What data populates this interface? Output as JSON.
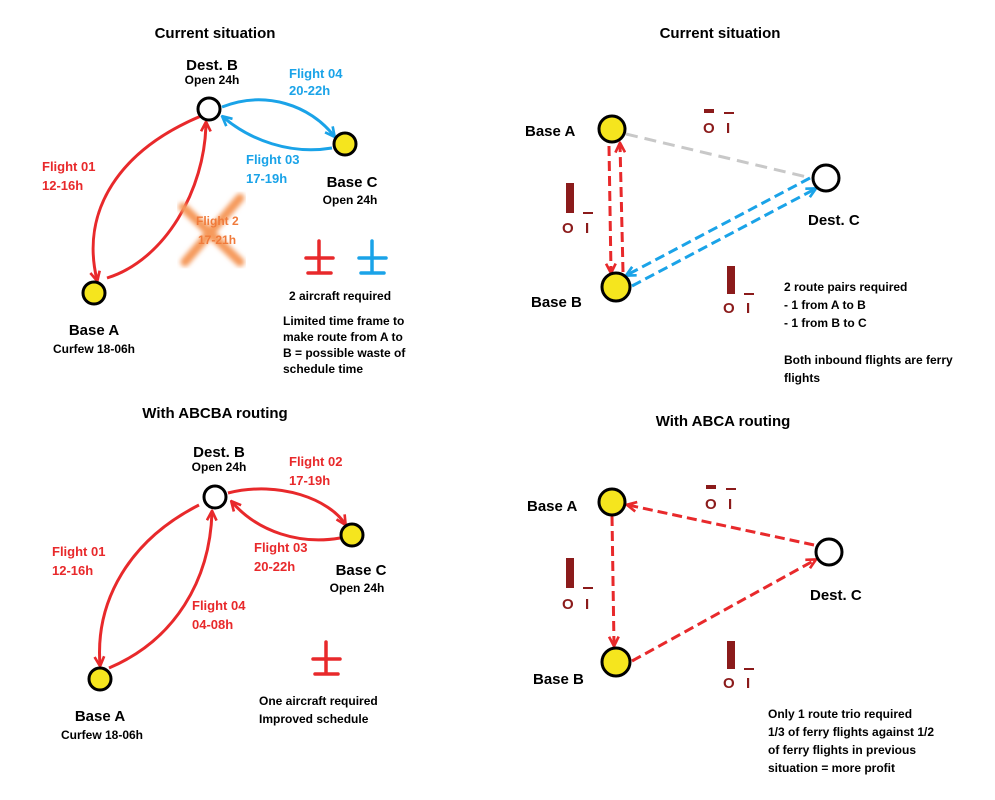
{
  "colors": {
    "red": "#e8292b",
    "blue": "#1aa3e8",
    "gray": "#c8c8c8",
    "yellow": "#f5e51e",
    "maroon": "#8b1b1b",
    "orange": "#f59a5c",
    "black": "#000000"
  },
  "tl": {
    "title": "Current situation",
    "dest_b": "Dest. B",
    "dest_b_hours": "Open 24h",
    "base_c": "Base C",
    "base_c_hours": "Open 24h",
    "base_a": "Base A",
    "base_a_hours": "Curfew 18-06h",
    "flight01": "Flight 01",
    "flight01_time": "12-16h",
    "flight04": "Flight 04",
    "flight04_time": "20-22h",
    "flight03": "Flight 03",
    "flight03_time": "17-19h",
    "flight2": "Flight 2",
    "flight2_time": "17-21h",
    "aircraft": "2 aircraft required",
    "note": [
      "Limited time frame to",
      "make route from A to",
      "B = possible waste of",
      "schedule time"
    ]
  },
  "tr": {
    "title": "Current situation",
    "base_a": "Base A",
    "base_b": "Base B",
    "dest_c": "Dest. C",
    "note": [
      "2 route pairs required",
      "- 1 from A to B",
      "- 1 from B to C",
      "",
      "Both inbound flights are ferry",
      "flights"
    ]
  },
  "bl": {
    "title": "With ABCBA routing",
    "dest_b": "Dest. B",
    "dest_b_hours": "Open 24h",
    "base_c": "Base C",
    "base_c_hours": "Open 24h",
    "base_a": "Base A",
    "base_a_hours": "Curfew 18-06h",
    "flight01": "Flight 01",
    "flight01_time": "12-16h",
    "flight02": "Flight 02",
    "flight02_time": "17-19h",
    "flight03": "Flight 03",
    "flight03_time": "20-22h",
    "flight04": "Flight 04",
    "flight04_time": "04-08h",
    "note": [
      "One aircraft required",
      "Improved schedule"
    ]
  },
  "br": {
    "title": "With ABCA routing",
    "base_a": "Base A",
    "base_b": "Base B",
    "dest_c": "Dest. C",
    "note": [
      "Only 1 route trio required",
      "1/3 of ferry flights against 1/2",
      "of ferry flights in previous",
      "situation = more profit"
    ]
  },
  "load_label": {
    "o": "O",
    "i": "I"
  }
}
